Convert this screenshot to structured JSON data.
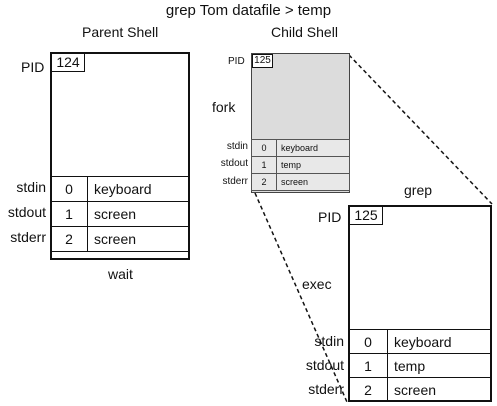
{
  "title": "grep Tom datafile > temp",
  "parent": {
    "heading": "Parent Shell",
    "pid_label": "PID",
    "pid": "124",
    "fd_labels": [
      "stdin",
      "stdout",
      "stderr"
    ],
    "fd_rows": [
      {
        "num": "0",
        "target": "keyboard"
      },
      {
        "num": "1",
        "target": "screen"
      },
      {
        "num": "2",
        "target": "screen"
      }
    ],
    "wait_label": "wait"
  },
  "child": {
    "heading": "Child Shell",
    "pid_label": "PID",
    "pid": "125",
    "fork_label": "fork",
    "fd_labels": [
      "stdin",
      "stdout",
      "stderr"
    ],
    "fd_rows": [
      {
        "num": "0",
        "target": "keyboard"
      },
      {
        "num": "1",
        "target": "temp"
      },
      {
        "num": "2",
        "target": "screen"
      }
    ]
  },
  "grep": {
    "heading": "grep",
    "pid_label": "PID",
    "pid": "125",
    "exec_label": "exec",
    "fd_labels": [
      "stdin",
      "stdout",
      "stderr"
    ],
    "fd_rows": [
      {
        "num": "0",
        "target": "keyboard"
      },
      {
        "num": "1",
        "target": "temp"
      },
      {
        "num": "2",
        "target": "screen"
      }
    ]
  }
}
